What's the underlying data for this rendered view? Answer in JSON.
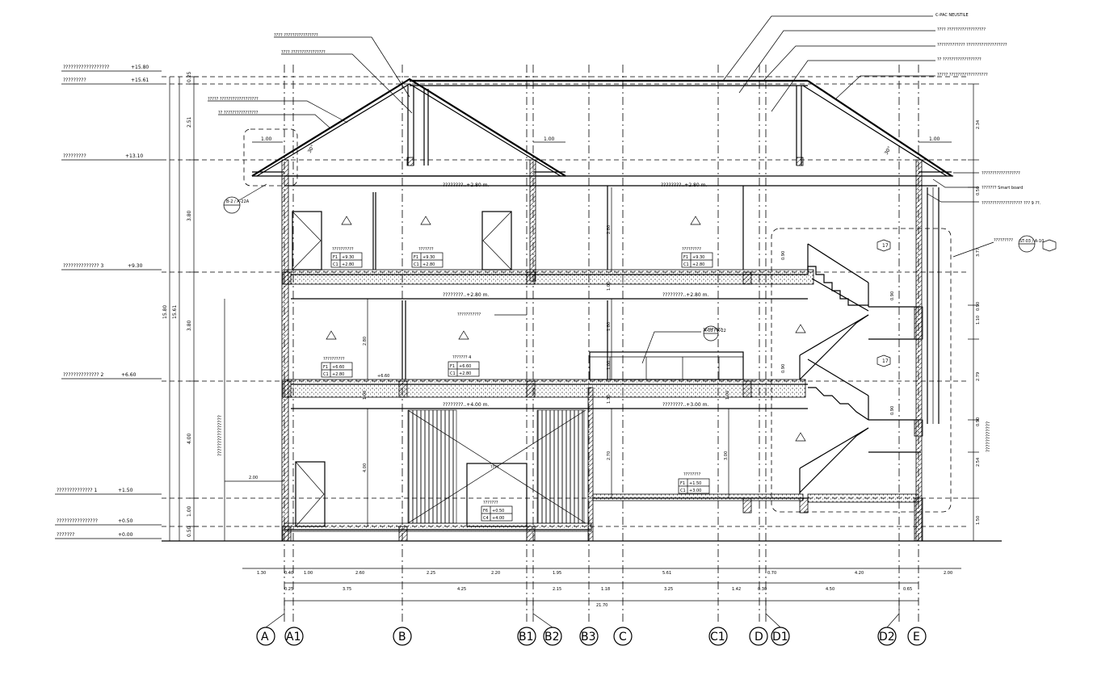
{
  "levels": [
    {
      "id": "lv-roof-top",
      "name": "??????????????????",
      "value": "+15.80"
    },
    {
      "id": "lv-roof-ridge",
      "name": "?????????",
      "value": "+15.61"
    },
    {
      "id": "lv-eave",
      "name": "?????????",
      "value": "+13.10"
    },
    {
      "id": "lv-floor3",
      "name": "?????????????? 3",
      "value": "+9.30"
    },
    {
      "id": "lv-floor2",
      "name": "?????????????? 2",
      "value": "+6.60"
    },
    {
      "id": "lv-floor1",
      "name": "?????????????? 1",
      "value": "+1.50"
    },
    {
      "id": "lv-ground",
      "name": "????????????????",
      "value": "+0.50"
    },
    {
      "id": "lv-zero",
      "name": "???????",
      "value": "+0.00"
    }
  ],
  "callouts": [
    {
      "text": "???? ????????????????"
    },
    {
      "text": "???? ????????????????"
    },
    {
      "text": "?????  ??????????????????"
    },
    {
      "text": "?? ????????????????"
    },
    {
      "text": "C-PAC NEUSTILE"
    },
    {
      "text": "????  ??????????????????"
    },
    {
      "text": "?????????????  ???????????????????"
    },
    {
      "text": "?? ??????????????????"
    },
    {
      "text": "?????   ??????????????????"
    },
    {
      "text": "??????????????????"
    },
    {
      "text": "??????? Smart board"
    },
    {
      "text": "??????????????????? ??? 9 ??."
    }
  ],
  "ceilings": [
    {
      "text": "????????..+2.80  m."
    },
    {
      "text": "????????..+2.80  m."
    },
    {
      "text": "????????..+2.80  m."
    },
    {
      "text": "????????..+2.80  m."
    },
    {
      "text": "????????..+4.00  m."
    },
    {
      "text": "????????..+3.00  m."
    }
  ],
  "rooms": [
    {
      "name": "??????????",
      "f": "F1",
      "fv": "+9.30",
      "c": "C1",
      "cv": "+2.80"
    },
    {
      "name": "???????",
      "f": "F1",
      "fv": "+9.30",
      "c": "C1",
      "cv": "+2.80"
    },
    {
      "name": "?????????",
      "f": "F1",
      "fv": "+9.30",
      "c": "C1",
      "cv": "+2.80"
    },
    {
      "name": "??????????",
      "f": "F1",
      "fv": "+6.60",
      "c": "C1",
      "cv": "+2.80"
    },
    {
      "name": "??????? 4",
      "f": "F1",
      "fv": "+6.60",
      "c": "C1",
      "cv": "+2.80"
    },
    {
      "name": "????????",
      "f": "F1",
      "fv": "+1.50",
      "c": "C1",
      "cv": "+3.00"
    },
    {
      "name": "???????",
      "f": "F6",
      "fv": "+0.50",
      "c": "C4",
      "cv": "+4.00"
    }
  ],
  "misc": {
    "room_label_mid": "???????????",
    "railing_label": "?????????",
    "section_ref": "?????????",
    "side_label": "????????????????",
    "side_label_right": "????????????",
    "level_mark_mid": "+6.60",
    "note_right_ref": "ST-03 / A-10",
    "detail_ref": "B-2 / A-22A",
    "detail_ref2": "A-03 / A-22",
    "stair_no": "17",
    "bottom_room": "????"
  },
  "dim_vertical_left": [
    "0.25",
    "2.51",
    "3.80",
    "3.80",
    "4.00",
    "1.00",
    "0.50"
  ],
  "dim_total_left": [
    "15.61",
    "15.80"
  ],
  "dim_vertical_right": [
    "2.34",
    "0.50",
    "3.77",
    "0.90",
    "1.10",
    "2.79",
    "0.90",
    "2.54",
    "1.50"
  ],
  "dim_bottom_row1": [
    "1.30",
    "0.40",
    "1.00",
    "2.60",
    "2.25",
    "2.20",
    "1.95",
    "5.61",
    "0.70",
    "4.20",
    "2.00"
  ],
  "dim_bottom_row2": [
    "0.25",
    "3.75",
    "4.25",
    "2.15",
    "1.18",
    "3.25",
    "1.42",
    "0.30",
    "4.50",
    "0.65"
  ],
  "dim_total_bottom": "21.70",
  "eave_dims": [
    "1.00",
    "1.00",
    "1.00"
  ],
  "roof_angle": [
    "30°",
    "30°"
  ],
  "interior_dims": [
    "2.80",
    "1.00",
    "1.80",
    "1.00",
    "1.30",
    "2.70",
    "4.00",
    "2.80",
    "1.00",
    "3.00",
    "0.90",
    "0.90",
    "0.90",
    "0.90",
    "1.00",
    "2.00"
  ],
  "grid_axes": [
    "A",
    "A1",
    "B",
    "B1",
    "B2",
    "B3",
    "C",
    "C1",
    "D",
    "D1",
    "D2",
    "E"
  ]
}
